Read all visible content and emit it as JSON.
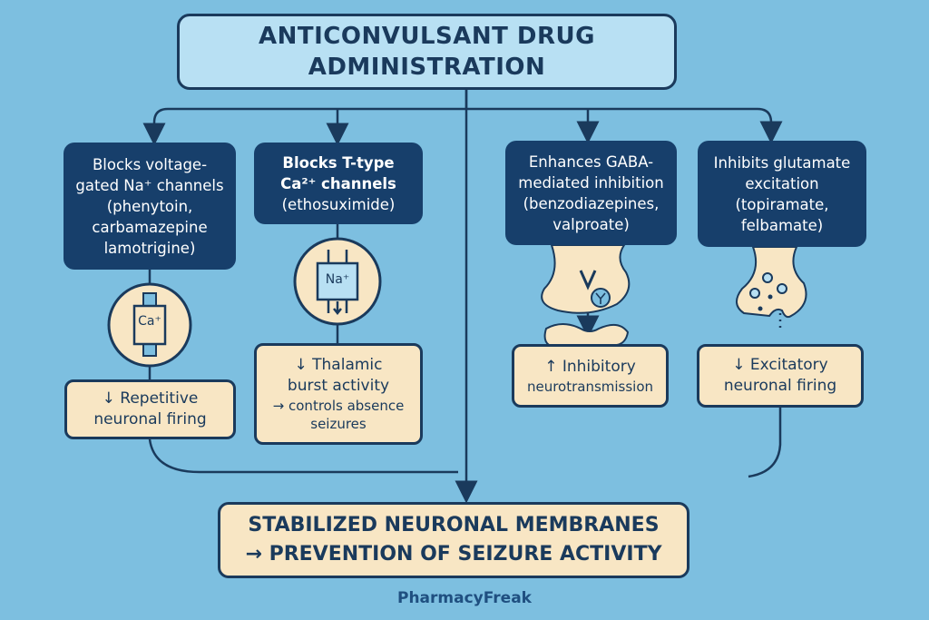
{
  "title": {
    "line1": "ANTICONVULSANT DRUG",
    "line2": "ADMINISTRATION"
  },
  "mechanisms": [
    {
      "lines": [
        "Blocks voltage-",
        "gated Na⁺ channels",
        "(phenytoin,",
        "carbamazepine",
        "lamotrigine)"
      ],
      "icon_label": "Ca⁺",
      "effect": [
        "↓ Repetitive",
        "neuronal firing"
      ]
    },
    {
      "lines": [
        "Blocks T-type",
        "Ca²⁺ channels",
        "(ethosuximide)"
      ],
      "icon_label": "Na⁺",
      "effect": [
        "↓ Thalamic",
        "burst activity",
        "→ controls absence",
        "seizures"
      ]
    },
    {
      "lines": [
        "Enhances GABA-",
        "mediated inhibition",
        "(benzodiazepines,",
        "valproate)"
      ],
      "effect": [
        "↑ Inhibitory",
        "neurotransmission"
      ]
    },
    {
      "lines": [
        "Inhibits glutamate",
        "excitation",
        "(topiramate,",
        "felbamate)"
      ],
      "effect": [
        "↓ Excitatory",
        "neuronal firing"
      ]
    }
  ],
  "outcome": {
    "line1": "STABILIZED NEURONAL MEMBRANES",
    "line2": "→ PREVENTION OF SEIZURE ACTIVITY"
  },
  "brand": "PharmacyFreak",
  "colors": {
    "background": "#7dbfe0",
    "navy": "#173f6b",
    "cream": "#f8e6c4",
    "title_fill": "#b8e0f3"
  }
}
